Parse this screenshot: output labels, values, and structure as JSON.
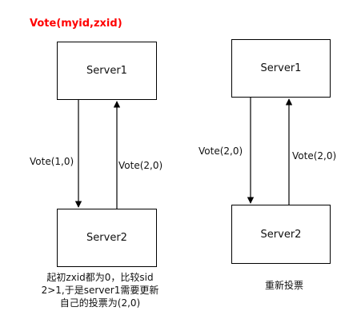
{
  "title": "Vote(myid,zxid)",
  "left": {
    "server1": "Server1",
    "server2": "Server2",
    "down_label": "Vote(1,0)",
    "up_label": "Vote(2,0)",
    "note_lines": [
      "起初zxid都为0，比较sid",
      "2>1,于是server1需要更新",
      "自己的投票为(2,0)"
    ]
  },
  "right": {
    "server1": "Server1",
    "server2": "Server2",
    "down_label": "Vote(2,0)",
    "up_label": "Vote(2,0)",
    "note": "重新投票"
  }
}
